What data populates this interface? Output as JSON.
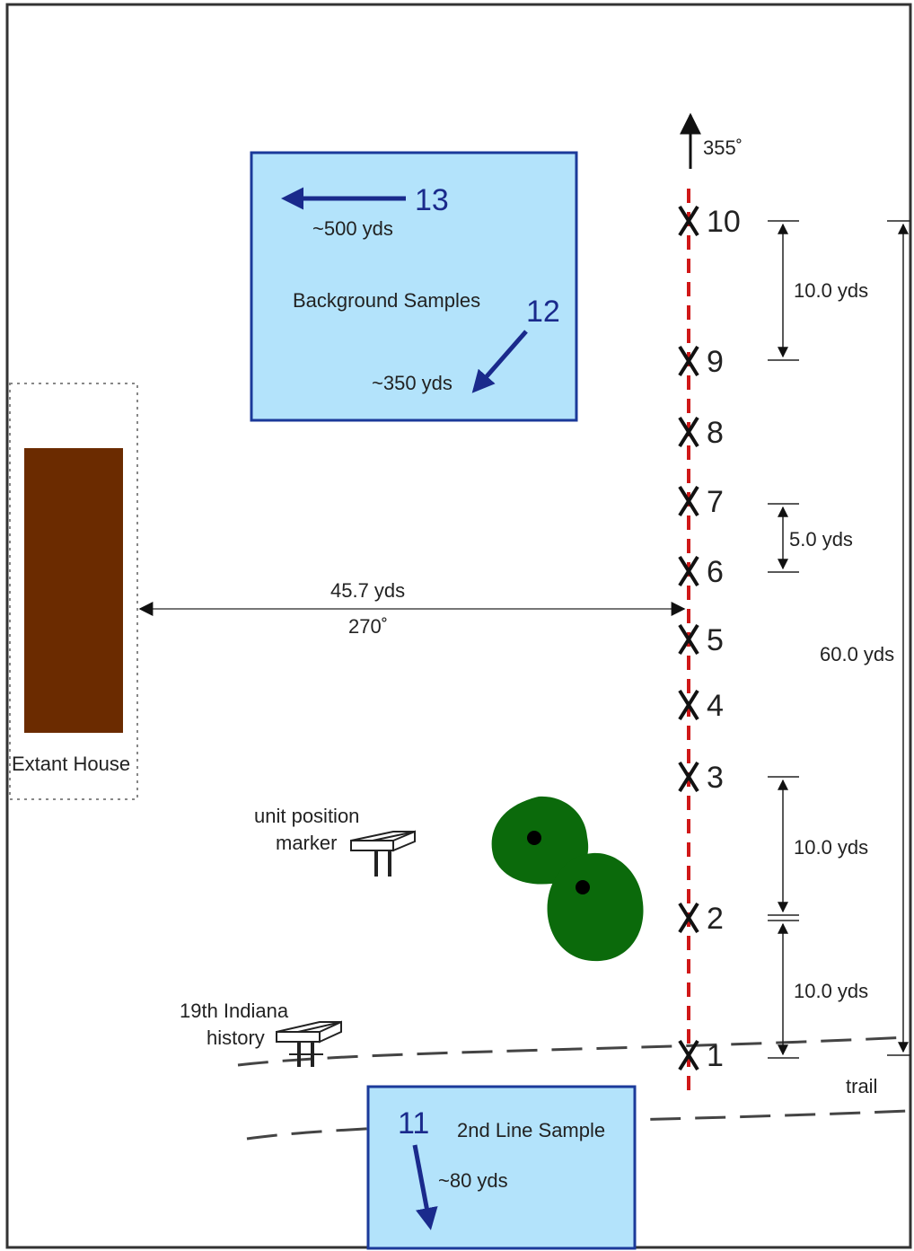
{
  "compass": {
    "bearing_label": "355˚"
  },
  "background_box": {
    "title": "Background Samples",
    "sample_13": {
      "number": "13",
      "distance": "~500 yds"
    },
    "sample_12": {
      "number": "12",
      "distance": "~350 yds"
    }
  },
  "line_box": {
    "title": "2nd Line Sample",
    "sample_11": {
      "number": "11",
      "distance": "~80 yds"
    }
  },
  "house": {
    "label": "Extant House"
  },
  "house_distance": {
    "distance": "45.7 yds",
    "bearing": "270˚"
  },
  "markers": {
    "unit_position": [
      "unit position",
      "marker"
    ],
    "history": [
      "19th Indiana",
      "history"
    ]
  },
  "trail_label": "trail",
  "transect_points": [
    "1",
    "2",
    "3",
    "4",
    "5",
    "6",
    "7",
    "8",
    "9",
    "10"
  ],
  "dimensions": {
    "top": "10.0 yds",
    "middle": "5.0 yds",
    "lower_upper": "10.0 yds",
    "lower_lower": "10.0 yds",
    "total": "60.0 yds"
  },
  "colors": {
    "box_fill": "#b3e3fb",
    "box_stroke": "#1b3a9a",
    "arrow_blue": "#1a2a8c",
    "house": "#6b2b00",
    "tree": "#0b6a0b",
    "transect": "#d01818"
  }
}
